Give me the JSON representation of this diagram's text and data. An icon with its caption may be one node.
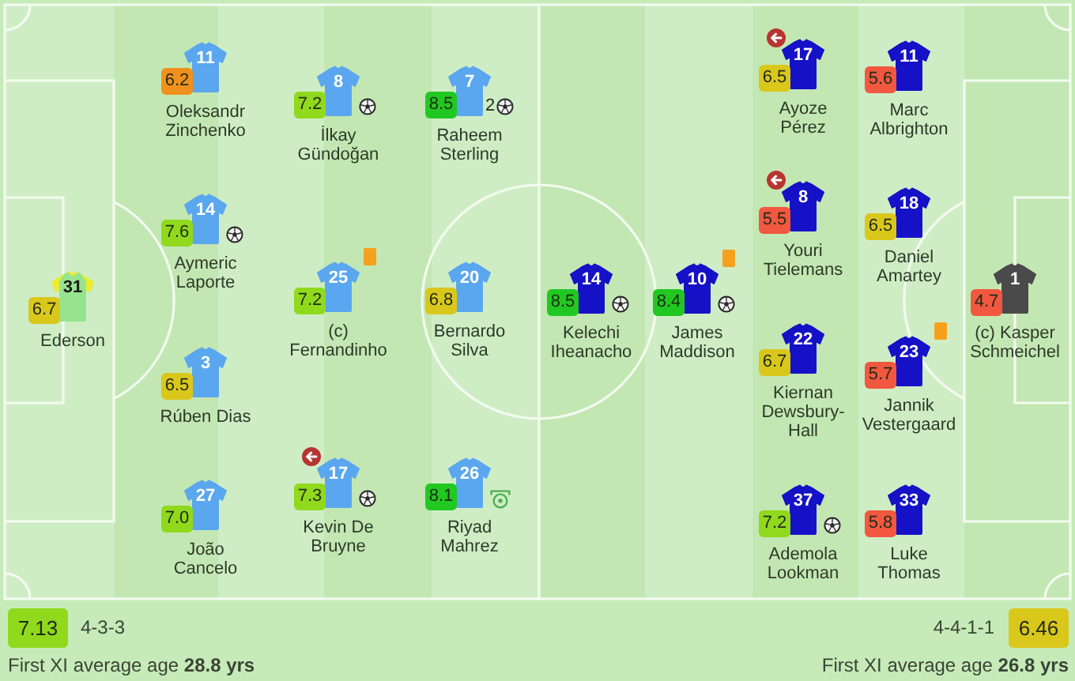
{
  "diagram": {
    "nodes": [
      {
        "text": [
          "31"
        ],
        "beside": [
          "6.7",
          "Ederson"
        ]
      },
      {
        "text": [
          "11"
        ],
        "beside": [
          "6.2",
          "Oleksandr Zinchenko"
        ]
      },
      {
        "text": [
          "14"
        ],
        "beside": [
          "7.6",
          "Aymeric Laporte"
        ]
      },
      {
        "text": [
          "3"
        ],
        "beside": [
          "6.5",
          "Rúben Dias"
        ]
      },
      {
        "text": [
          "27"
        ],
        "beside": [
          "7.0",
          "João Cancelo"
        ]
      },
      {
        "text": [
          "8"
        ],
        "beside": [
          "7.2",
          "İlkay Gündoğan"
        ]
      },
      {
        "text": [
          "25"
        ],
        "beside": [
          "7.2",
          "(c) Fernandinho"
        ]
      },
      {
        "text": [
          "17"
        ],
        "beside": [
          "7.3",
          "Kevin De Bruyne"
        ]
      },
      {
        "text": [
          "7"
        ],
        "beside": [
          "8.5",
          "2",
          "Raheem Sterling"
        ]
      },
      {
        "text": [
          "20"
        ],
        "beside": [
          "6.8",
          "Bernardo Silva"
        ]
      },
      {
        "text": [
          "26"
        ],
        "beside": [
          "8.1",
          "Riyad Mahrez"
        ]
      },
      {
        "text": [
          "14"
        ],
        "beside": [
          "8.5",
          "Kelechi Iheanacho"
        ]
      },
      {
        "text": [
          "10"
        ],
        "beside": [
          "8.4",
          "James Maddison"
        ]
      },
      {
        "text": [
          "17"
        ],
        "beside": [
          "6.5",
          "Ayoze Pérez"
        ]
      },
      {
        "text": [
          "8"
        ],
        "beside": [
          "5.5",
          "Youri Tielemans"
        ]
      },
      {
        "text": [
          "22"
        ],
        "beside": [
          "6.7",
          "Kiernan Dewsbury-Hall"
        ]
      },
      {
        "text": [
          "37"
        ],
        "beside": [
          "7.2",
          "Ademola Lookman"
        ]
      },
      {
        "text": [
          "11"
        ],
        "beside": [
          "5.6",
          "Marc Albrighton"
        ]
      },
      {
        "text": [
          "18"
        ],
        "beside": [
          "6.5",
          "Daniel Amartey"
        ]
      },
      {
        "text": [
          "23"
        ],
        "beside": [
          "5.7",
          "Jannik Vestergaard"
        ]
      },
      {
        "text": [
          "33"
        ],
        "beside": [
          "5.8",
          "Luke Thomas"
        ]
      },
      {
        "text": [
          "1"
        ],
        "beside": [
          "4.7",
          "(c) Kasper Schmeichel"
        ]
      }
    ],
    "labels": [
      "7.13",
      "4-3-3",
      "4-4-1-1",
      "6.46",
      "First XI average age **28.8 yrs**",
      "First XI average age **26.8 yrs**"
    ]
  }
}
